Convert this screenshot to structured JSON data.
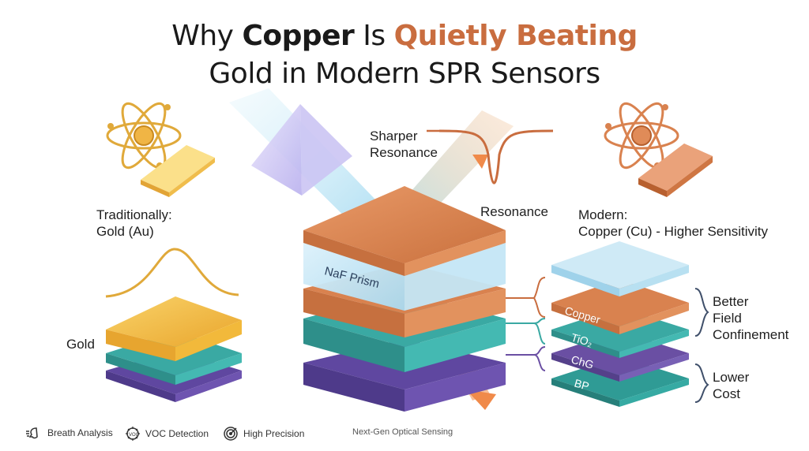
{
  "title": {
    "line1_prefix": "Why ",
    "line1_bold": "Copper",
    "line1_mid": " Is ",
    "line1_accent": "Quietly Beating",
    "line2": "Gold in Modern SPR Sensors"
  },
  "left": {
    "heading_line1": "Traditionally:",
    "heading_line2": "Gold (Au)",
    "stack_label": "Gold"
  },
  "center": {
    "prism_label": "NaF Prism",
    "sharper_line1": "Sharper",
    "sharper_line2": "Resonance",
    "resonance_label": "Resonance"
  },
  "right": {
    "heading_line1": "Modern:",
    "heading_line2": "Copper (Cu) - Higher Sensitivity",
    "layers": [
      "Copper",
      "TiO₂",
      "ChG",
      "BP"
    ],
    "benefit1_line1": "Better",
    "benefit1_line2": "Field",
    "benefit1_line3": "Confinement",
    "benefit2_line1": "Lower",
    "benefit2_line2": "Cost"
  },
  "footer": {
    "items": [
      {
        "label": "Breath Analysis",
        "icon": "breath-icon"
      },
      {
        "label": "VOC Detection",
        "icon": "voc-icon"
      },
      {
        "label": "High Precision",
        "icon": "target-icon"
      }
    ],
    "tagline": "Next-Gen Optical Sensing"
  },
  "colors": {
    "gold": "#f2b93b",
    "copper": "#d9824f",
    "teal": "#3aa9a3",
    "purple": "#6a4fa3",
    "accent": "#c96d3f"
  }
}
